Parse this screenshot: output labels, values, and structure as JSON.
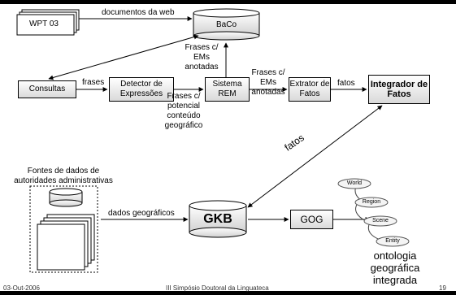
{
  "diagram": {
    "nodes": {
      "wpt": "WPT 03",
      "baco": "BaCo",
      "consultas": "Consultas",
      "detector": "Detector de Expressões",
      "rem": "Sistema REM",
      "extrator": "Extrator de Fatos",
      "integrador": "Integrador de Fatos",
      "gkb": "GKB",
      "gog": "GOG"
    },
    "edges": {
      "web_docs": "documentos da web",
      "frases_em_anotadas_up": "Frases c/ EMs anotadas",
      "frases": "frases",
      "frases_potencial": "Frases c/ potencial conteúdo geográfico",
      "frases_em_anotadas_right": "Frases c/ EMs anotadas",
      "fatos_right": "fatos",
      "fatos_diag": "fatos",
      "dados_geograficos": "dados geográficos"
    },
    "sources_label": "Fontes de dados de autoridades administrativas",
    "ontology": {
      "nodes": [
        "World",
        "Region",
        "Scene",
        "Entity"
      ],
      "caption": "ontologia geográfica integrada"
    }
  },
  "footer": {
    "date": "03-Out-2006",
    "event": "III Simpósio Doutoral da Linguateca",
    "page": "19"
  }
}
